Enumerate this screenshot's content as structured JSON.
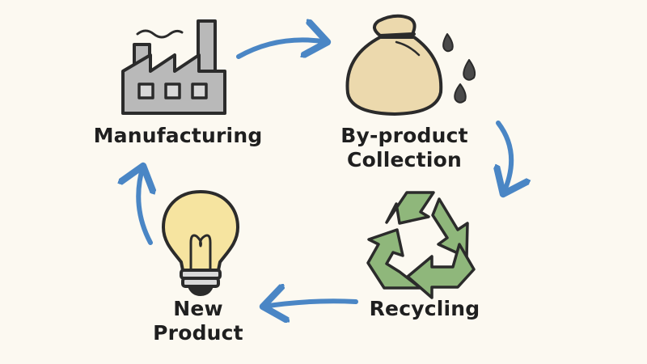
{
  "diagram": {
    "type": "cycle",
    "nodes": [
      {
        "id": "manufacturing",
        "lines": [
          "Manufacturing"
        ],
        "icon": "factory-icon"
      },
      {
        "id": "byproduct",
        "lines": [
          "By-product",
          "Collection"
        ],
        "icon": "sack-with-droplets-icon"
      },
      {
        "id": "recycling",
        "lines": [
          "Recycling"
        ],
        "icon": "recycle-icon"
      },
      {
        "id": "newproduct",
        "lines": [
          "New",
          "Product"
        ],
        "icon": "lightbulb-icon"
      }
    ],
    "arrows": [
      {
        "from": "manufacturing",
        "to": "byproduct"
      },
      {
        "from": "byproduct",
        "to": "recycling"
      },
      {
        "from": "recycling",
        "to": "newproduct"
      },
      {
        "from": "newproduct",
        "to": "manufacturing"
      }
    ]
  },
  "colors": {
    "background": "#fcf9f1",
    "arrow": "#4a86c5",
    "factory": "#b9b9b9",
    "outline": "#2b2b2b",
    "sack": "#ecd9ad",
    "recycle": "#8fb77b",
    "bulb": "#f6e4a0",
    "droplet": "#4a4a4a"
  }
}
